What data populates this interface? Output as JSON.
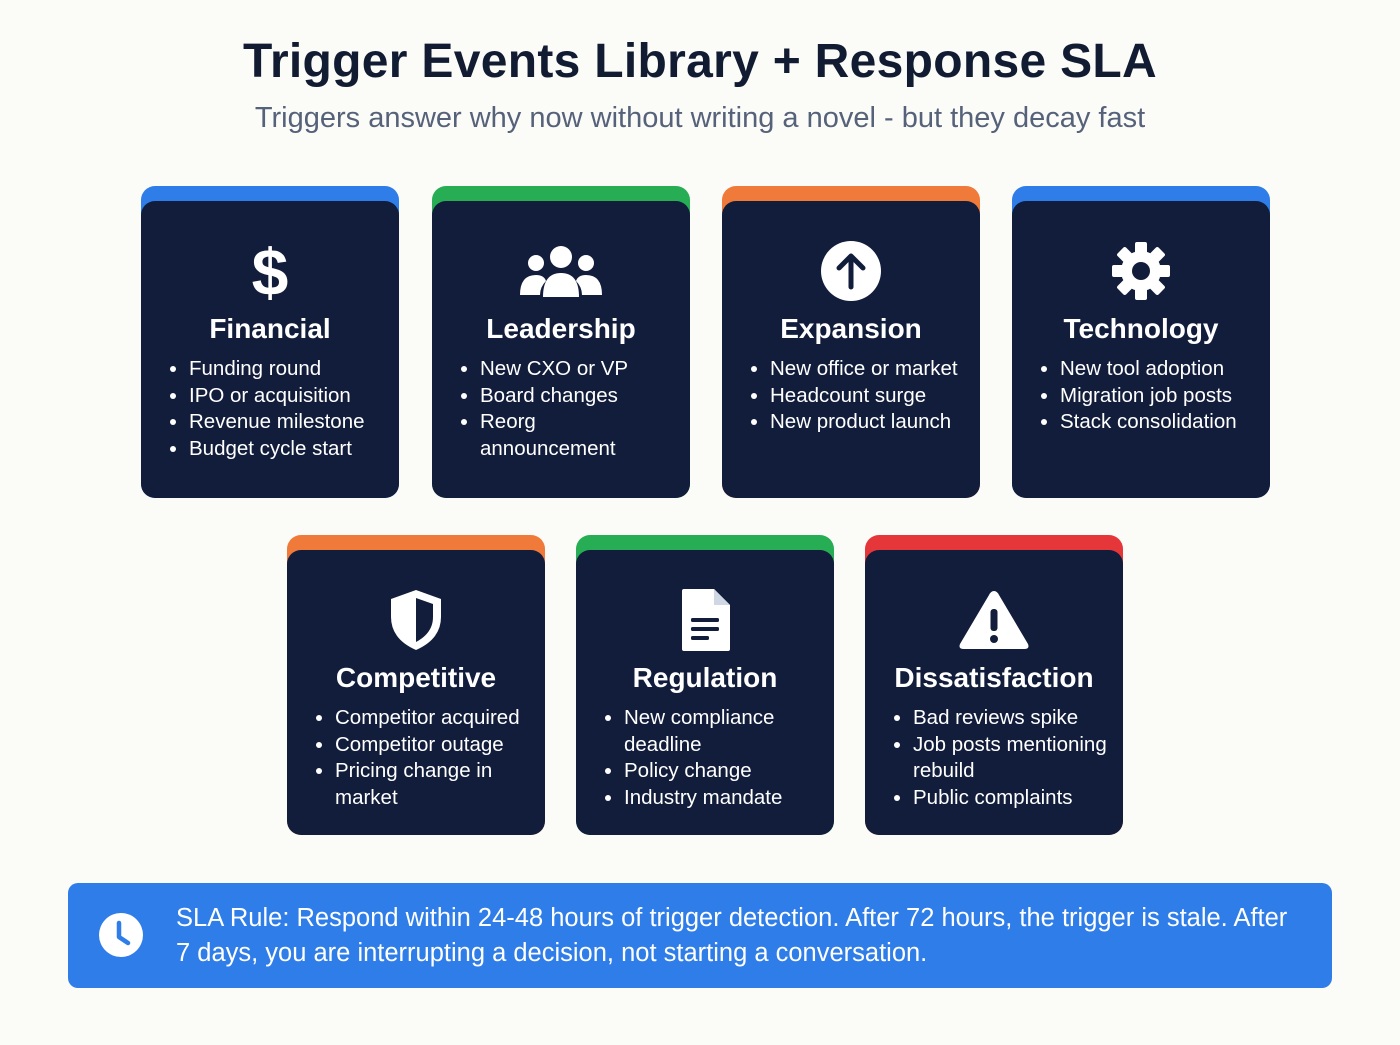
{
  "header": {
    "title": "Trigger Events Library + Response SLA",
    "subtitle": "Triggers answer why now without writing a novel - but they decay fast"
  },
  "cards": [
    {
      "title": "Financial",
      "icon": "dollar-icon",
      "accent": "#2f7de8",
      "items": [
        "Funding round",
        "IPO or acquisition",
        "Revenue milestone",
        "Budget cycle start"
      ]
    },
    {
      "title": "Leadership",
      "icon": "people-icon",
      "accent": "#27ae55",
      "items": [
        "New CXO or VP",
        "Board changes",
        "Reorg announcement"
      ]
    },
    {
      "title": "Expansion",
      "icon": "arrow-up-circle-icon",
      "accent": "#f07a3a",
      "items": [
        "New office or market",
        "Headcount surge",
        "New product launch"
      ]
    },
    {
      "title": "Technology",
      "icon": "gear-icon",
      "accent": "#2f7de8",
      "items": [
        "New tool adoption",
        "Migration job posts",
        "Stack consolidation"
      ]
    },
    {
      "title": "Competitive",
      "icon": "shield-icon",
      "accent": "#f07a3a",
      "items": [
        "Competitor acquired",
        "Competitor outage",
        "Pricing change in market"
      ]
    },
    {
      "title": "Regulation",
      "icon": "document-icon",
      "accent": "#27ae55",
      "items": [
        "New compliance deadline",
        "Policy change",
        "Industry mandate"
      ]
    },
    {
      "title": "Dissatisfaction",
      "icon": "warning-icon",
      "accent": "#e5373a",
      "items": [
        "Bad reviews spike",
        "Job posts mentioning rebuild",
        "Public complaints"
      ]
    }
  ],
  "sla": {
    "icon": "clock-icon",
    "text": "SLA Rule: Respond within 24-48 hours of trigger detection. After 72 hours, the trigger is stale. After 7 days, you are interrupting a decision, not starting a conversation."
  }
}
